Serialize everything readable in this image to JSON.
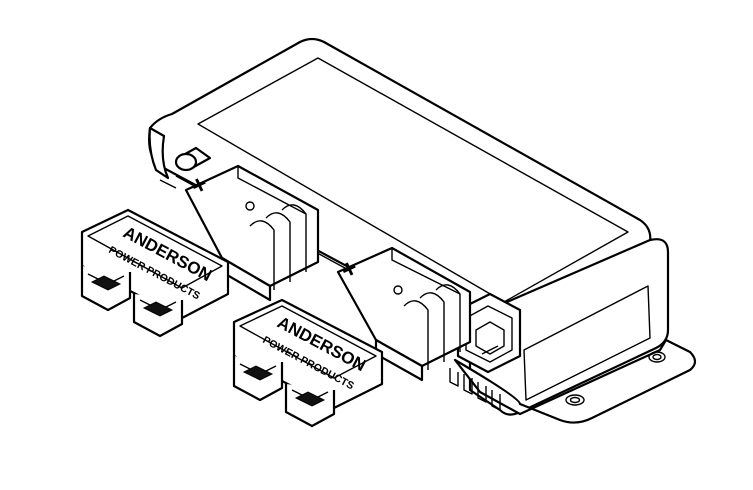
{
  "diagram": {
    "connector_left": {
      "brand": "ANDERSON",
      "subtitle": "POWER PRODUCTS",
      "polarity": "+"
    },
    "connector_right": {
      "brand": "ANDERSON",
      "subtitle": "POWER PRODUCTS",
      "polarity": "+"
    },
    "colors": {
      "line": "#000000",
      "fill": "#ffffff"
    }
  }
}
